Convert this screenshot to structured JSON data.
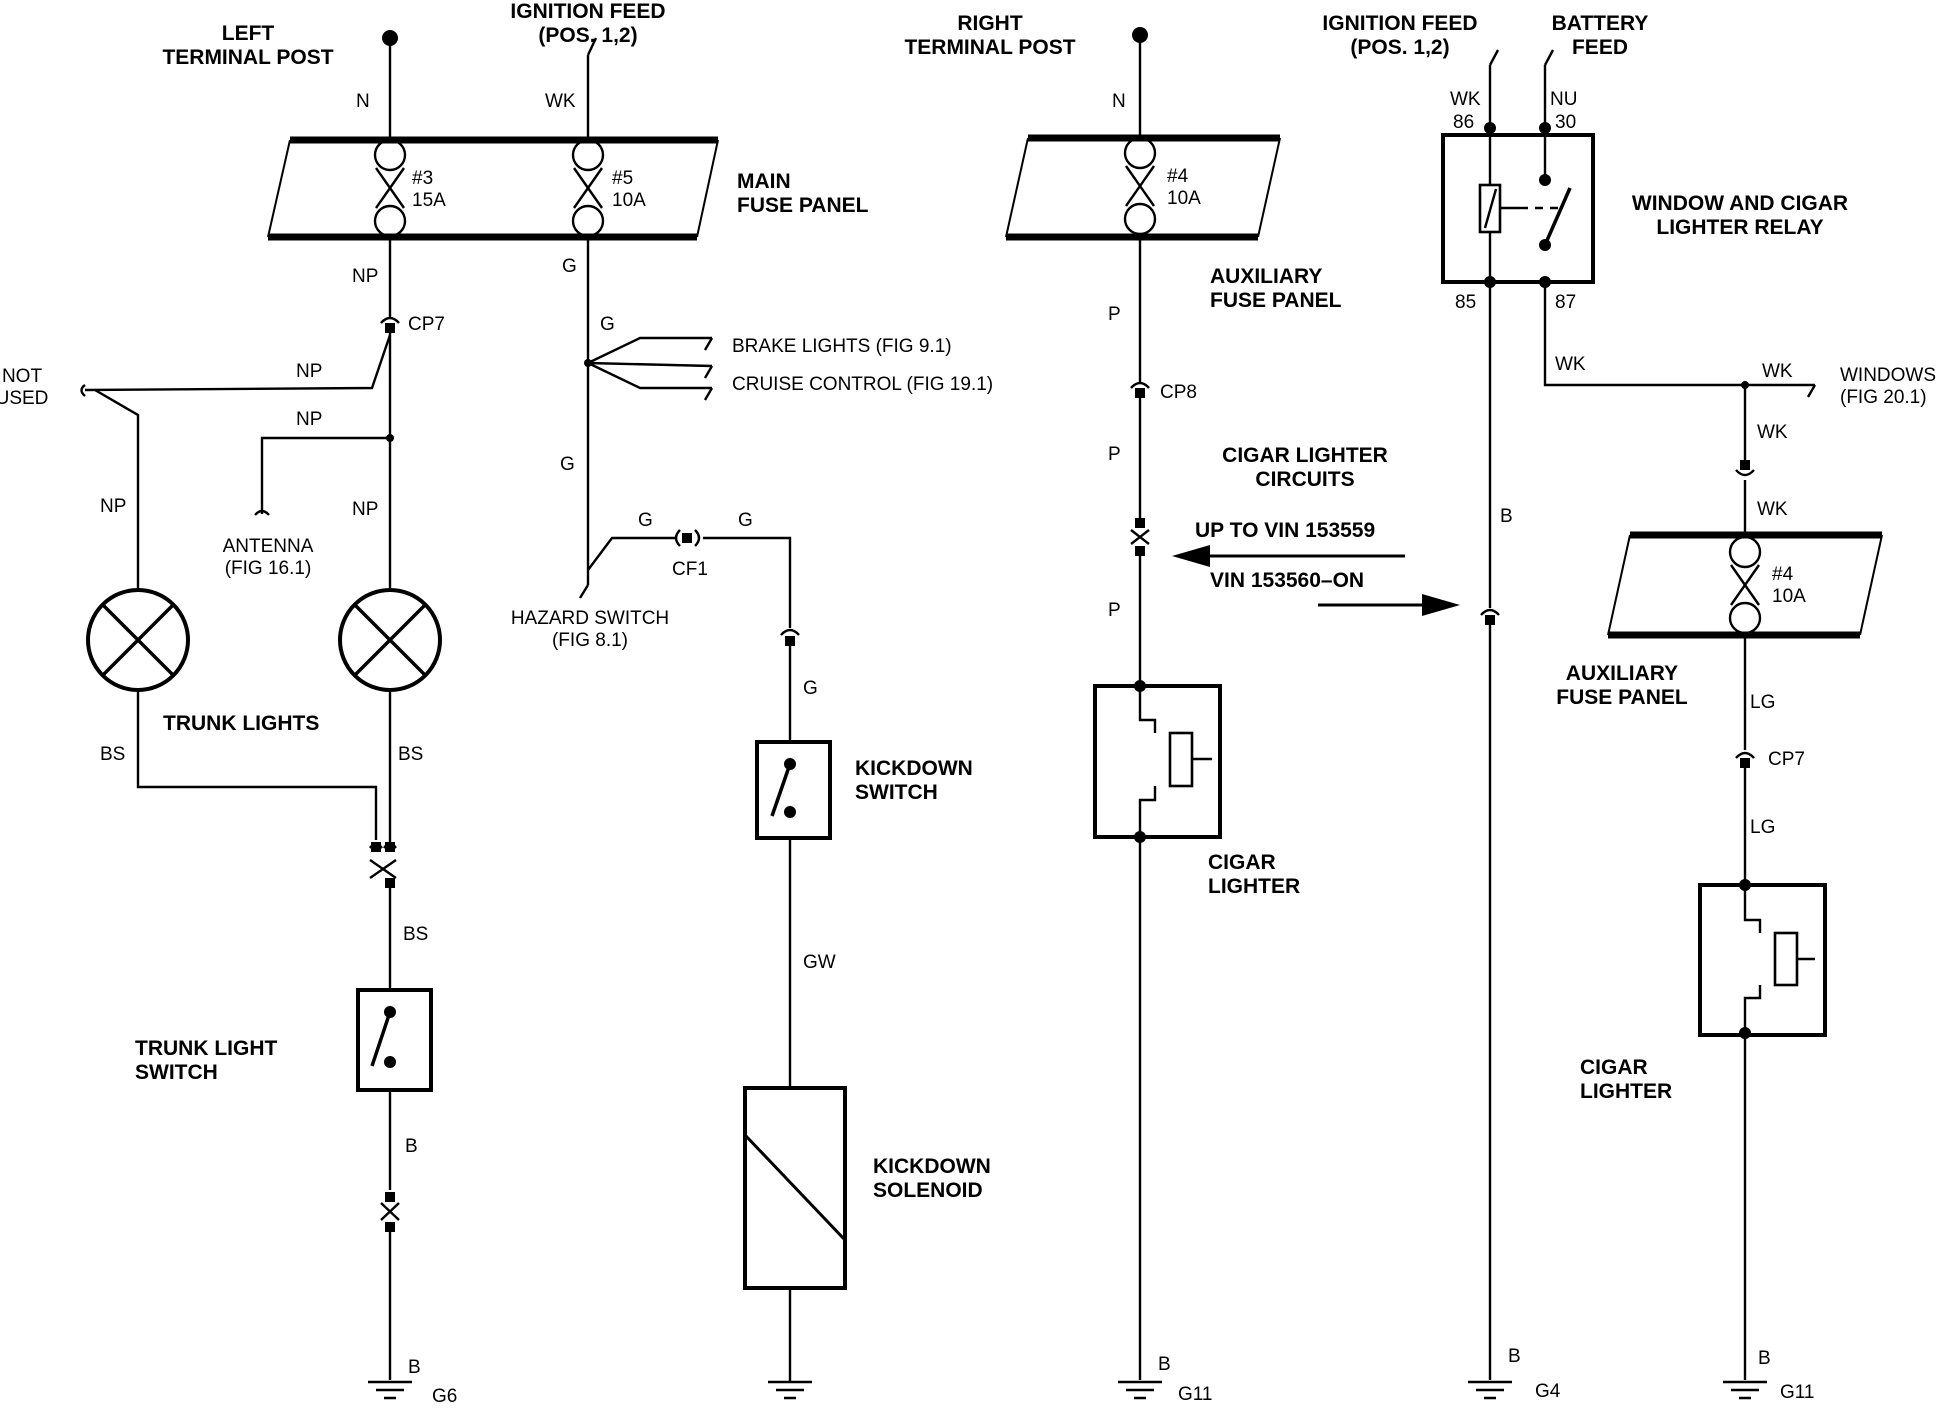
{
  "left": {
    "terminal": "LEFT\nTERMINAL POST",
    "ignition_feed": "IGNITION FEED\n(POS. 1,2)",
    "main_fuse_panel": "MAIN\nFUSE PANEL",
    "fuse3": {
      "id": "#3",
      "rating": "15A"
    },
    "fuse5": {
      "id": "#5",
      "rating": "10A"
    },
    "cp7": "CP7",
    "cf1": "CF1",
    "not_used": "NOT\nUSED",
    "antenna": "ANTENNA\n(FIG 16.1)",
    "brake_lights": "BRAKE LIGHTS (FIG 9.1)",
    "cruise_control": "CRUISE CONTROL (FIG 19.1)",
    "hazard_switch": "HAZARD SWITCH\n(FIG 8.1)",
    "trunk_lights": "TRUNK LIGHTS",
    "trunk_light_switch": "TRUNK LIGHT\nSWITCH",
    "kickdown_switch": "KICKDOWN\nSWITCH",
    "kickdown_solenoid": "KICKDOWN\nSOLENOID",
    "ground_g6": "G6"
  },
  "right": {
    "terminal": "RIGHT\nTERMINAL POST",
    "aux_fuse_panel": "AUXILIARY\nFUSE PANEL",
    "fuse4": {
      "id": "#4",
      "rating": "10A"
    },
    "cp8": "CP8",
    "cigar_circuits": "CIGAR LIGHTER\nCIRCUITS",
    "up_to_vin": "UP TO VIN 153559",
    "vin_on": "VIN 153560–ON",
    "cigar_lighter": "CIGAR\nLIGHTER",
    "ground_g11": "G11",
    "ignition_feed": "IGNITION FEED\n(POS. 1,2)",
    "battery_feed": "BATTERY\nFEED",
    "relay": "WINDOW AND CIGAR\nLIGHTER RELAY",
    "pins": {
      "p86": "86",
      "p30": "30",
      "p85": "85",
      "p87": "87"
    },
    "windows": "WINDOWS\n(FIG 20.1)",
    "ground_g4": "G4",
    "aux_fuse_panel2": "AUXILIARY\nFUSE PANEL",
    "fuse4b": {
      "id": "#4",
      "rating": "10A"
    },
    "cp7": "CP7",
    "cigar_lighter2": "CIGAR\nLIGHTER",
    "ground_g11b": "G11"
  },
  "wire_codes": {
    "n": "N",
    "wk": "WK",
    "np": "NP",
    "g": "G",
    "bs": "BS",
    "b": "B",
    "gw": "GW",
    "p": "P",
    "nu": "NU",
    "lg": "LG"
  }
}
